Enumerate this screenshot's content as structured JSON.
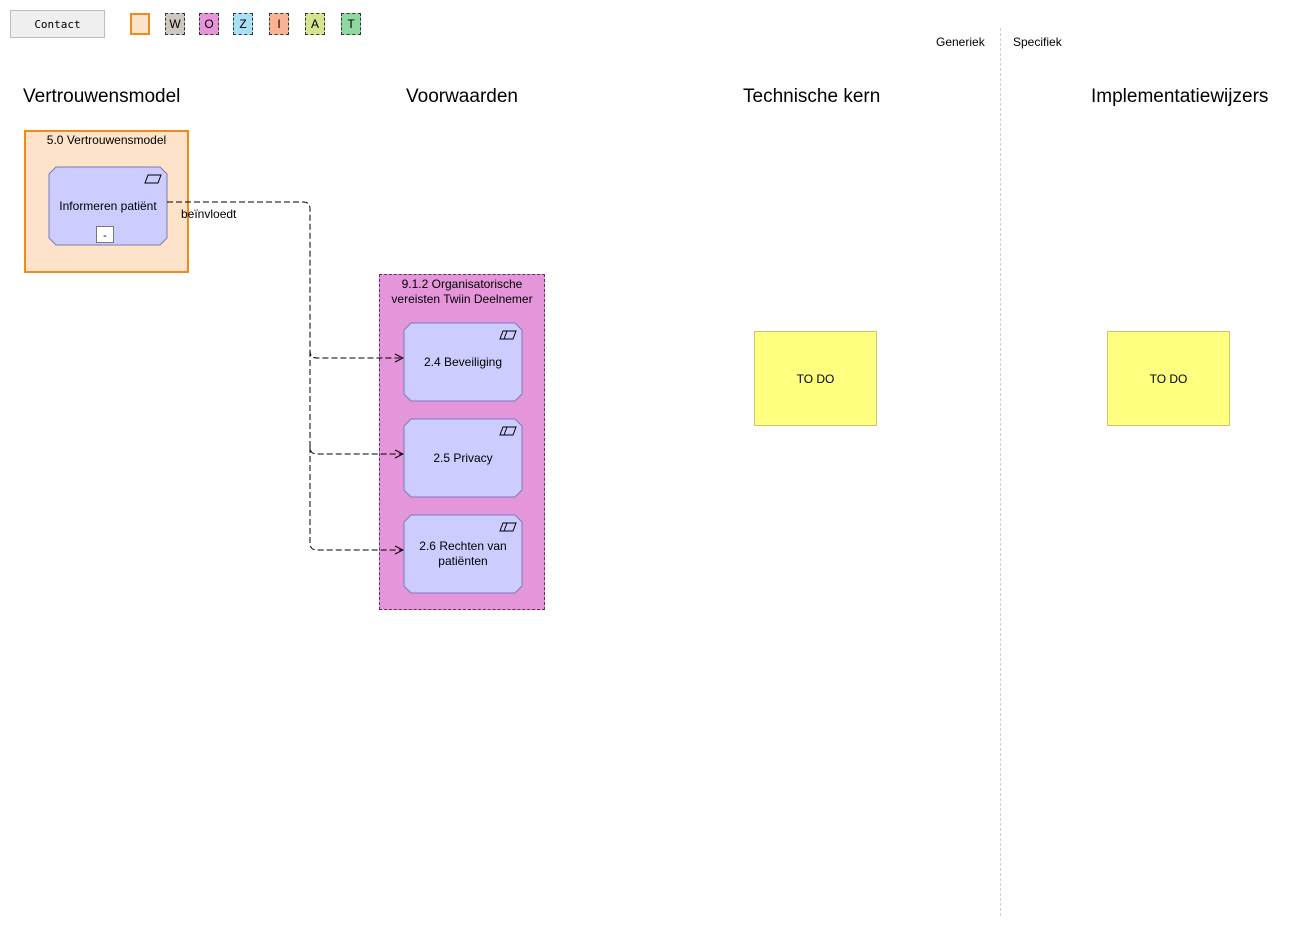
{
  "toolbar": {
    "contact_label": "Contact"
  },
  "legend": [
    {
      "letter": "",
      "color": "#fde3c9"
    },
    {
      "letter": "W",
      "color": "#cfc8c0"
    },
    {
      "letter": "O",
      "color": "#e596da"
    },
    {
      "letter": "Z",
      "color": "#a8e0f4"
    },
    {
      "letter": "I",
      "color": "#f9b394"
    },
    {
      "letter": "A",
      "color": "#d3e58e"
    },
    {
      "letter": "T",
      "color": "#8ed9a0"
    }
  ],
  "header": {
    "generic_label": "Generiek",
    "specific_label": "Specifiek"
  },
  "columns": {
    "col1_title": "Vertrouwensmodel",
    "col2_title": "Voorwaarden",
    "col3_title": "Technische kern",
    "col4_title": "Implementatiewijzers"
  },
  "diagram": {
    "group_vertrouwen_label": "5.0 Vertrouwensmodel",
    "node_informeren_label": "Informeren patiënt",
    "node_informeren_marker": "-",
    "group_org_label": "9.1.2 Organisatorische vereisten Twiin Deelnemer",
    "node_beveiliging_label": "2.4 Beveiliging",
    "node_privacy_label": "2.5 Privacy",
    "node_rechten_label": "2.6 Rechten van patiënten",
    "edge_label": "beïnvloedt",
    "todo_tech_label": "TO DO",
    "todo_impl_label": "TO DO"
  },
  "colors": {
    "group_orange_fill": "#fde3c9",
    "group_orange_border": "#f28a1a",
    "group_pink_fill": "#e596da",
    "node_fill": "#ccccff",
    "todo_fill": "#ffff80"
  }
}
